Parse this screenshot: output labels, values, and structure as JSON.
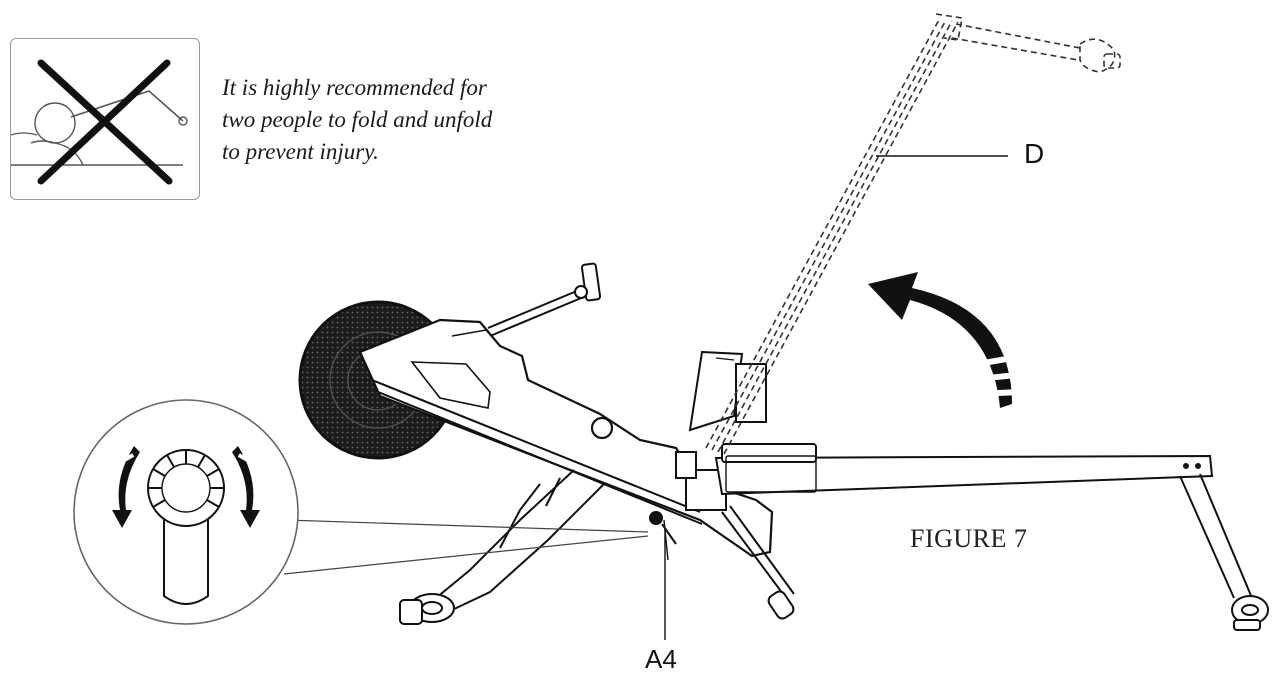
{
  "warning": {
    "icon": "no-single-person-icon",
    "lines": [
      "It is highly recommended for",
      "two people to fold and unfold",
      "to prevent injury."
    ]
  },
  "callouts": {
    "d": "D",
    "a4": "A4"
  },
  "figure": {
    "caption": "FIGURE 7"
  },
  "colors": {
    "line": "#111111",
    "paper": "#ffffff"
  }
}
